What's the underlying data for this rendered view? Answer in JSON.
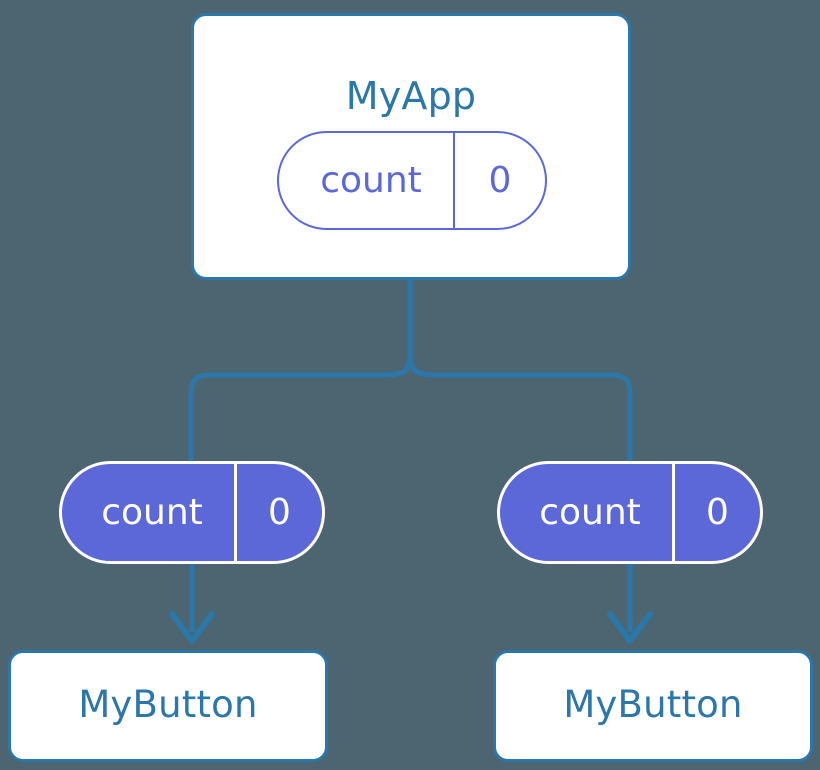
{
  "diagram": {
    "type": "component-tree",
    "background_color": "#4c6571",
    "accent_blue": "#2b77a9",
    "accent_purple": "#5c68d8",
    "parent": {
      "title": "MyApp",
      "state": {
        "key": "count",
        "value": "0"
      }
    },
    "children": [
      {
        "prop": {
          "key": "count",
          "value": "0"
        },
        "title": "MyButton"
      },
      {
        "prop": {
          "key": "count",
          "value": "0"
        },
        "title": "MyButton"
      }
    ]
  }
}
